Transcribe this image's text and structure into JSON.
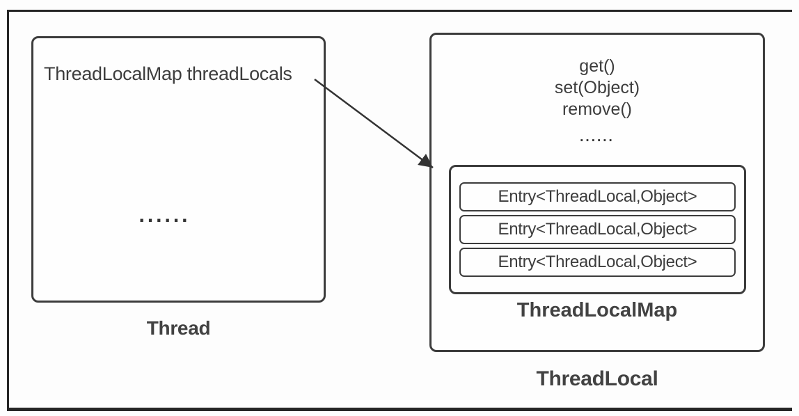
{
  "thread": {
    "field": "ThreadLocalMap threadLocals",
    "ellipsis": "......",
    "label": "Thread"
  },
  "threadlocal": {
    "methods": [
      "get()",
      "set(Object)",
      "remove()"
    ],
    "ellipsis": "......",
    "entries": [
      "Entry<ThreadLocal,Object>",
      "Entry<ThreadLocal,Object>",
      "Entry<ThreadLocal,Object>"
    ],
    "map_label": "ThreadLocalMap",
    "label": "ThreadLocal"
  },
  "colors": {
    "box_border": "#3c3c3c",
    "frame_border": "#262626",
    "text": "#3d3d3d",
    "arrow": "#333333",
    "background": "#fdfdfd"
  }
}
